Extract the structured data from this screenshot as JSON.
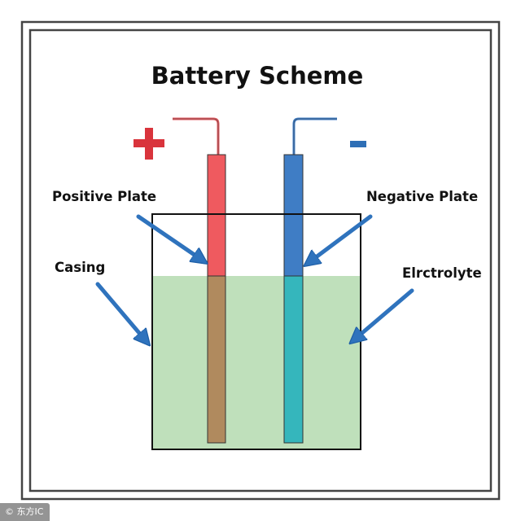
{
  "title": "Battery Scheme",
  "labels": {
    "positive_plate": "Positive Plate",
    "negative_plate": "Negative Plate",
    "casing": "Casing",
    "electrolyte": "Elrctrolyte"
  },
  "watermark": "© 东方IC",
  "colors": {
    "frame": "#333333",
    "casing_outline": "#111111",
    "electrolyte": "#bfe0bb",
    "positive_plate": "#ef5a5f",
    "positive_plate_submerged": "#b08a5e",
    "negative_plate": "#3f7dc5",
    "negative_plate_submerged": "#35b6bc",
    "plus_sign": "#d9343c",
    "minus_sign": "#2e6fb6",
    "arrow": "#2f73bd"
  },
  "icons": {
    "plus": "plus-sign-icon",
    "minus": "minus-sign-icon",
    "arrow": "arrow-icon"
  }
}
